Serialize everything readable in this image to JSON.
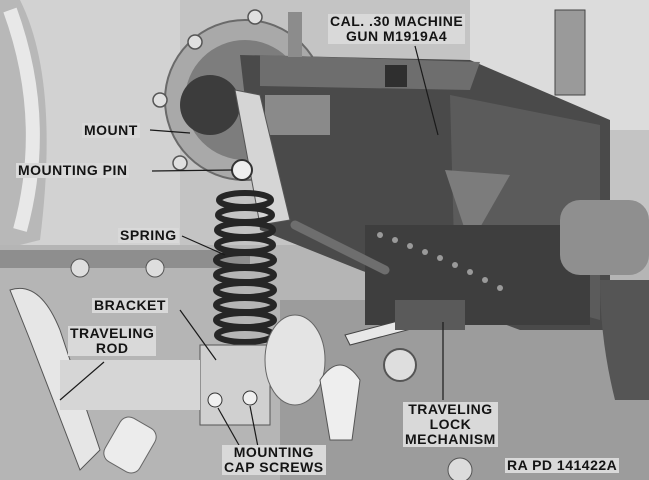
{
  "labels": {
    "gun_line1": "CAL. .30 MACHINE",
    "gun_line2": "GUN M1919A4",
    "mount": "MOUNT",
    "mounting_pin": "MOUNTING PIN",
    "spring": "SPRING",
    "bracket": "BRACKET",
    "traveling_rod_line1": "TRAVELING",
    "traveling_rod_line2": "ROD",
    "traveling_lock_line1": "TRAVELING",
    "traveling_lock_line2": "LOCK",
    "traveling_lock_line3": "MECHANISM",
    "mounting_cap_screws_line1": "MOUNTING",
    "mounting_cap_screws_line2": "CAP SCREWS",
    "figure_id": "RA PD 141422A"
  }
}
